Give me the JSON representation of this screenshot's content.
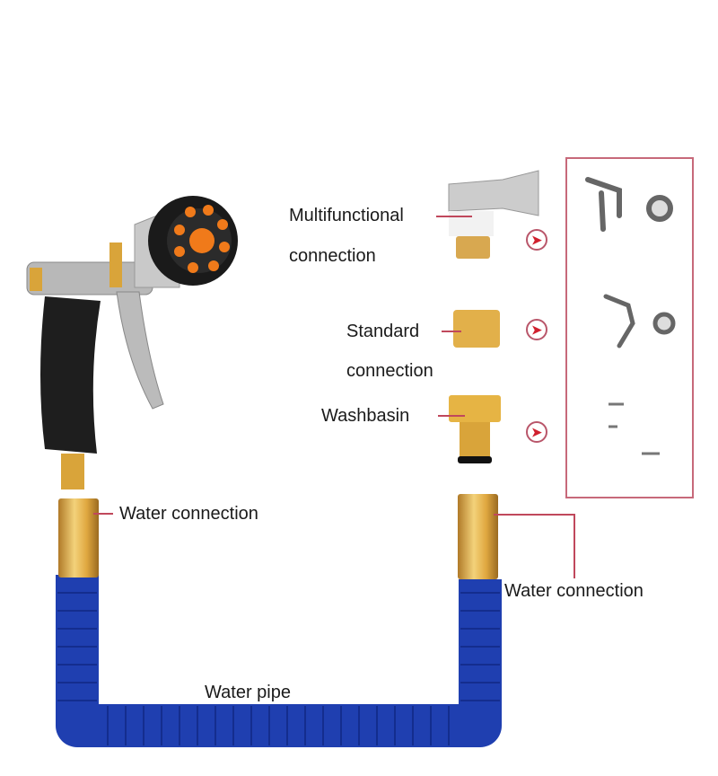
{
  "labels": {
    "multifunctional_line1": "Multifunctional",
    "multifunctional_line2": "connection",
    "standard_line1": "Standard",
    "standard_line2": "connection",
    "washbasin": "Washbasin",
    "water_connection_left": "Water connection",
    "water_connection_right": "Water connection",
    "water_pipe": "Water pipe"
  },
  "colors": {
    "accent": "#c7697a",
    "hose": "#1f3fb0",
    "brass": "#e0a840",
    "nozzle": "#f07a1a"
  }
}
